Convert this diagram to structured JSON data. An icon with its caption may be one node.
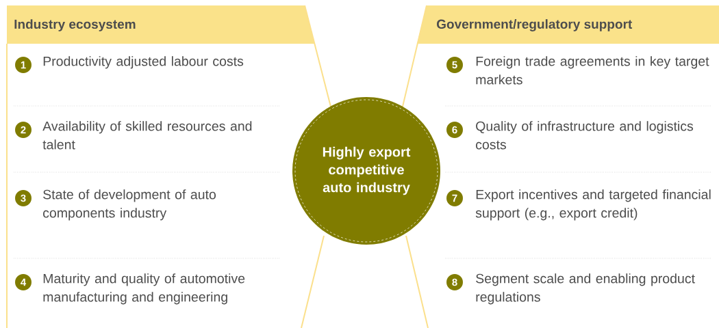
{
  "diagram": {
    "nodes": [
      {
        "text": [
          "Industry ecosystem"
        ]
      },
      {
        "text": [
          "1"
        ],
        "beside": [
          "Productivity adjusted labour costs"
        ],
        "in": 0
      },
      {
        "text": [
          "2"
        ],
        "beside": [
          "Availability of skilled resources and talent"
        ],
        "in": 0
      },
      {
        "text": [
          "3"
        ],
        "beside": [
          "State of development of auto components industry"
        ],
        "in": 0
      },
      {
        "text": [
          "4"
        ],
        "beside": [
          "Maturity and quality of automotive manufacturing and engineering"
        ],
        "in": 0
      },
      {
        "text": [
          "Highly export competitive auto industry"
        ]
      },
      {
        "text": [
          "Government/regulatory support"
        ]
      },
      {
        "text": [
          "5"
        ],
        "beside": [
          "Foreign trade agreements in key target markets"
        ],
        "in": 6
      },
      {
        "text": [
          "6"
        ],
        "beside": [
          "Quality of infrastructure and logistics costs"
        ],
        "in": 6
      },
      {
        "text": [
          "7"
        ],
        "beside": [
          "Export incentives and targeted financial support (e.g., export credit)"
        ],
        "in": 6
      },
      {
        "text": [
          "8"
        ],
        "beside": [
          "Segment scale and enabling product regulations"
        ],
        "in": 6
      }
    ]
  }
}
